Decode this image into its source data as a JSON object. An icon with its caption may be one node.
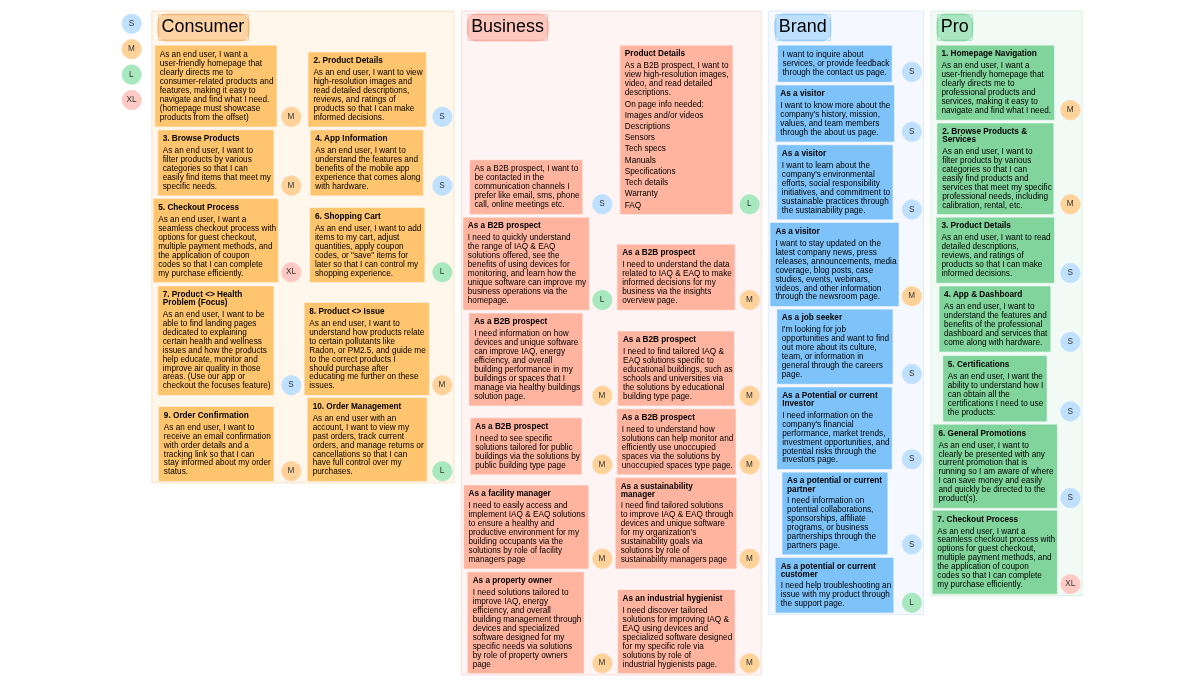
{
  "diagram": {
    "nodes": [
      {
        "text": [
          "S"
        ]
      },
      {
        "text": [
          "M"
        ]
      },
      {
        "text": [
          "L"
        ]
      },
      {
        "text": [
          "XL"
        ]
      },
      {
        "text": [
          "Consumer"
        ]
      },
      {
        "text": [
          "As an end user, I want a user-friendly homepage that clearly directs me to consumer-related products and features, making it easy to navigate and find what I need. (homepage must showcase products from the offset)"
        ],
        "in": 4
      },
      {
        "text": [
          "M"
        ],
        "in": 4
      },
      {
        "text": [
          "2. Product Details",
          "As an end user, I want to view high-resolution images and read detailed descriptions, reviews, and ratings of products so that I can make informed decisions."
        ],
        "in": 4
      },
      {
        "text": [
          "S"
        ],
        "in": 4
      },
      {
        "text": [
          "3. Browse Products",
          "As an end user, I want to filter products by various categories so that I can easily find items that meet my specific needs."
        ],
        "in": 4
      },
      {
        "text": [
          "M"
        ],
        "in": 4
      },
      {
        "text": [
          "4. App Information",
          "As an end user, I want to understand the features and benefits of the mobile app experience that comes along with hardware."
        ],
        "in": 4
      },
      {
        "text": [
          "S"
        ],
        "in": 4
      },
      {
        "text": [
          "5. Checkout Process",
          "As an end user, I want a seamless checkout process with options for guest checkout, multiple payment methods, and the application of coupon codes so that I can complete my purchase efficiently."
        ],
        "in": 4
      },
      {
        "text": [
          "XL"
        ],
        "in": 4
      },
      {
        "text": [
          "6. Shopping Cart",
          "As an end user, I want to add items to my cart, adjust quantities, apply coupon codes, or \"save\" items for later so that I can control my shopping experience."
        ],
        "in": 4
      },
      {
        "text": [
          "L"
        ],
        "in": 4
      },
      {
        "text": [
          "7. Product <> Health Problem (Focus)",
          "As an end user, I want to be able to find landing pages dedicated to explaining certain health and wellness issues and how the products help educate, monitor and improve air quality in those areas. (Use our app or checkout the focuses feature)"
        ],
        "in": 4
      },
      {
        "text": [
          "S"
        ],
        "in": 4
      },
      {
        "text": [
          "8. Product <> Issue",
          "As an end user, I want to understand how products relate to certain pollutants like Radon, or PM2.5, and guide me to the correct products I should purchase after educating me further on these issues."
        ],
        "in": 4
      },
      {
        "text": [
          "M"
        ],
        "in": 4
      },
      {
        "text": [
          "9. Order Confirmation",
          "As an end user, I want to receive an email confirmation with order details and a tracking link so that I can stay informed about my order status."
        ],
        "in": 4
      },
      {
        "text": [
          "M"
        ],
        "in": 4
      },
      {
        "text": [
          "10. Order Management",
          "As an end user with an account, I want to view my past orders, track current orders, and manage returns or cancellations so that I can have full control over my purchases."
        ],
        "in": 4
      },
      {
        "text": [
          "L"
        ],
        "in": 4
      },
      {
        "text": [
          "Business"
        ]
      },
      {
        "text": [
          "As a B2B prospect, I want to be contacted in the communication channels I prefer like email, sms, phone call, online meetings etc."
        ],
        "in": 25
      },
      {
        "text": [
          "S"
        ],
        "in": 25
      },
      {
        "text": [
          "Product Details",
          "As a B2B prospect, I want to view high-resolution images, video, and read detailed descriptions.",
          "On page info needed:",
          "Images and/or videos",
          "Descriptions",
          "Sensors",
          "Tech specs",
          "Manuals",
          "Specifications",
          "Tech details",
          "Warranty",
          "FAQ"
        ],
        "in": 25
      },
      {
        "text": [
          "L"
        ],
        "in": 25
      },
      {
        "text": [
          "As a B2B prospect",
          "I need to quickly understand the range of IAQ & EAQ solutions offered, see the benefits of using devices for monitoring, and learn how the unique software can improve my business operations via the homepage."
        ],
        "in": 25
      },
      {
        "text": [
          "L"
        ],
        "in": 25
      },
      {
        "text": [
          "As a B2B prospect",
          "I need to understand the data related to IAQ & EAQ to make informed decisions for my business via the insights overview page."
        ],
        "in": 25
      },
      {
        "text": [
          "M"
        ],
        "in": 25
      },
      {
        "text": [
          "As a B2B prospect",
          "I need information on how devices and unique software can improve IAQ, energy efficiency, and overall building performance in my buildings or spaces that I manage via healthy buildings solution page."
        ],
        "in": 25
      },
      {
        "text": [
          "M"
        ],
        "in": 25
      },
      {
        "text": [
          "As a B2B prospect",
          "I need to find tailored IAQ & EAQ solutions specific to educational buildings, such as schools and universities via the solutions by educational building type page."
        ],
        "in": 25
      },
      {
        "text": [
          "M"
        ],
        "in": 25
      },
      {
        "text": [
          "As a B2B prospect",
          "I need to see specific solutions tailored for public buildings via the solutions by public building type page"
        ],
        "in": 25
      },
      {
        "text": [
          "M"
        ],
        "in": 25
      },
      {
        "text": [
          "As a B2B prospect",
          "I need to understand how solutions can help monitor and efficiently use unoccupied spaces via the solutions by unoccupied spaces type page."
        ],
        "in": 25
      },
      {
        "text": [
          "M"
        ],
        "in": 25
      },
      {
        "text": [
          "As a facility manager",
          "I need to easily access and implement IAQ & EAQ solutions to ensure a healthy and productive environment for my building occupants via the solutions by role of facility managers page"
        ],
        "in": 25
      },
      {
        "text": [
          "M"
        ],
        "in": 25
      },
      {
        "text": [
          "As a sustainability manager",
          "I need find tailored solutions to improve IAQ & EAQ through devices and unique software for my organization's sustainability goals via solutions by role of sustainability managers page"
        ],
        "in": 25
      },
      {
        "text": [
          "M"
        ],
        "in": 25
      },
      {
        "text": [
          "As a property owner",
          "I need solutions tailored to improve IAQ, energy efficiency, and overall building management through devices and specialized software designed for my specific needs via solutions by role of property owners page"
        ],
        "in": 25
      },
      {
        "text": [
          "M"
        ],
        "in": 25
      },
      {
        "text": [
          "As an industrial hygienist",
          "I need discover tailored solutions for improving IAQ & EAQ using devices and specialized software designed for my specific role via solutions by role of industrial hygienists page."
        ],
        "in": 25
      },
      {
        "text": [
          "M"
        ],
        "in": 25
      },
      {
        "text": [
          "Brand"
        ]
      },
      {
        "text": [
          "I want to inquire about services, or provide feedback through the contact us page."
        ],
        "in": 50
      },
      {
        "text": [
          "S"
        ],
        "in": 50
      },
      {
        "text": [
          "As a visitor",
          "I want to know more about the company's history, mission, values, and team members through the about us page."
        ],
        "in": 50
      },
      {
        "text": [
          "S"
        ],
        "in": 50
      },
      {
        "text": [
          "As a visitor",
          "I want to learn about the company's environmental efforts, social responsibility initiatives, and commitment to sustainable practices through the sustainability page."
        ],
        "in": 50
      },
      {
        "text": [
          "S"
        ],
        "in": 50
      },
      {
        "text": [
          "As a visitor",
          "I want to stay updated on the latest company news, press releases, announcements, media coverage, blog posts, case studies, events, webinars, videos, and other information through the newsroom page."
        ],
        "in": 50
      },
      {
        "text": [
          "M"
        ],
        "in": 50
      },
      {
        "text": [
          "As a job seeker",
          "I'm looking for job opportunities and want to find out more about its culture, team, or information in general through the careers page."
        ],
        "in": 50
      },
      {
        "text": [
          "S"
        ],
        "in": 50
      },
      {
        "text": [
          "As a Potential or current Investor",
          "I need information on the company's financial performance, market trends, investment opportunities, and potential risks through the investors page."
        ],
        "in": 50
      },
      {
        "text": [
          "S"
        ],
        "in": 50
      },
      {
        "text": [
          "As a potential or current partner",
          "I need information on potential collaborations, sponsorships, affiliate programs, or business partnerships through the partners page."
        ],
        "in": 50
      },
      {
        "text": [
          "S"
        ],
        "in": 50
      },
      {
        "text": [
          "As a potential or current customer",
          "I need help troubleshooting an issue with my product through the support page."
        ],
        "in": 50
      },
      {
        "text": [
          "L"
        ],
        "in": 50
      },
      {
        "text": [
          "Pro"
        ]
      },
      {
        "text": [
          "1. Homepage Navigation",
          "As an end user, I want a user-friendly homepage that clearly directs me to professional products and services, making it easy to navigate and find what I need."
        ],
        "in": 67
      },
      {
        "text": [
          "M"
        ],
        "in": 67
      },
      {
        "text": [
          "2. Browse Products & Services",
          "As an end user, I want to filter products by various categories so that I can easily find products and services that meet my specific professional needs, including calibration, rental, etc."
        ],
        "in": 67
      },
      {
        "text": [
          "M"
        ],
        "in": 67
      },
      {
        "text": [
          "3. Product Details",
          "As an end user, I want to read detailed descriptions, reviews, and ratings of products so that I can make informed decisions."
        ],
        "in": 67
      },
      {
        "text": [
          "S"
        ],
        "in": 67
      },
      {
        "text": [
          "4. App & Dashboard",
          "As an end user, I want to understand the features and benefits of the professional dashboard and services that come along with hardware."
        ],
        "in": 67
      },
      {
        "text": [
          "S"
        ],
        "in": 67
      },
      {
        "text": [
          "5. Certifications",
          "As an end user, I want the ability to understand how I can obtain all the certifications I need to use the products:"
        ],
        "in": 67
      },
      {
        "text": [
          "S"
        ],
        "in": 67
      },
      {
        "text": [
          "6. General Promotions",
          "As an end user, I want to clearly be presented with any current promotion that is running so I am aware of where I can save money and easily and quickly be directed to the product(s)."
        ],
        "in": 67
      },
      {
        "text": [
          "S"
        ],
        "in": 67
      },
      {
        "text": [
          "7. Checkout Process",
          "As an end user, I want a seamless checkout process with options for guest checkout, multiple payment methods, and the application of coupon codes so that I can complete my purchase efficiently."
        ],
        "in": 67
      },
      {
        "text": [
          "XL"
        ],
        "in": 67
      }
    ]
  }
}
